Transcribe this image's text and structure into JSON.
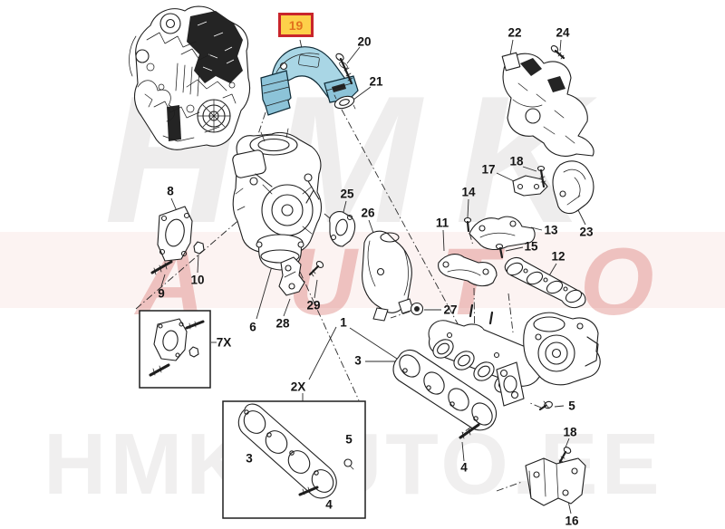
{
  "diagram": {
    "type": "exploded-parts-diagram",
    "subject": "Engine turbocharger and exhaust manifold assembly",
    "highlighted_part": {
      "number": "19",
      "box_fill": "#fdd04a",
      "box_border": "#c9252b",
      "number_color": "#e2711d",
      "part_fill": "#a9d6e5"
    }
  },
  "labels": [
    "19",
    "20",
    "21",
    "22",
    "24",
    "18",
    "17",
    "23",
    "8",
    "14",
    "25",
    "26",
    "11",
    "13",
    "15",
    "12",
    "10",
    "9",
    "29",
    "27",
    "28",
    "6",
    "1",
    "7X",
    "3",
    "2X",
    "5",
    "18",
    "3",
    "5",
    "4",
    "4",
    "16"
  ],
  "watermarks": {
    "top": "HMK",
    "middle": "AUTO",
    "bottom": "HMKAUTO.EE",
    "brand_red": "#cd4e48",
    "gray": "#8c8484"
  }
}
